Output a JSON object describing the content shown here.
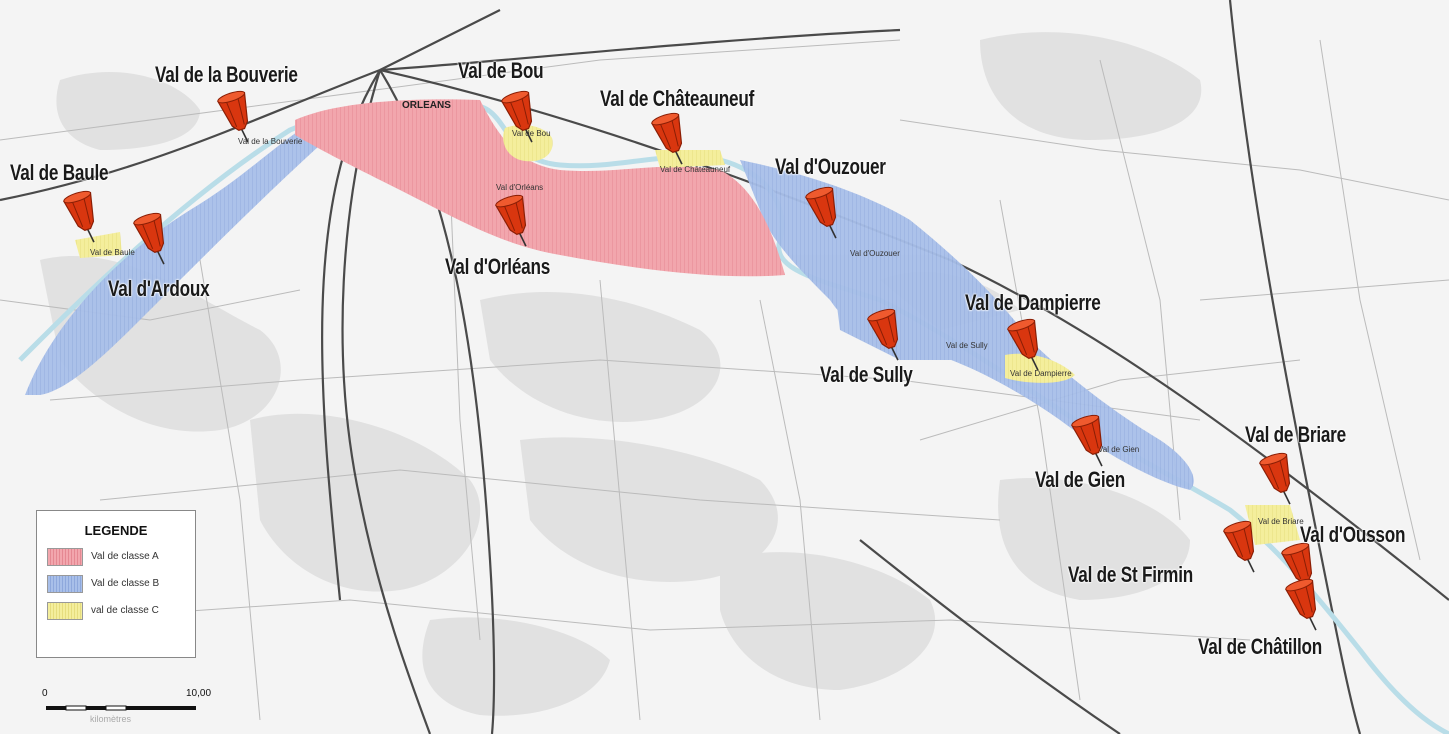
{
  "colors": {
    "class_a": "#f2a6ad",
    "class_b": "#a8bfe9",
    "class_c": "#f4ee9c",
    "pin": "#d9360f",
    "pin_dark": "#8a1e05",
    "river": "#bfe0ea",
    "road": "#555555",
    "forest": "#dedede"
  },
  "labels": {
    "bouverie": "Val de la Bouverie",
    "bou": "Val de Bou",
    "chateauneuf": "Val de Châteauneuf",
    "baule": "Val de Baule",
    "ouzouer": "Val d'Ouzouer",
    "orleans": "Val d'Orléans",
    "ardoux": "Val d'Ardoux",
    "dampierre": "Val de Dampierre",
    "sully": "Val de Sully",
    "briare": "Val de Briare",
    "gien": "Val de Gien",
    "ousson": "Val d'Ousson",
    "stfirmin": "Val de St Firmin",
    "chatillon": "Val de Châtillon"
  },
  "map_text": {
    "orleans_city": "ORLEANS",
    "val_bouverie": "Val de la Bouverie",
    "val_chateauneuf": "Val de Châteauneuf",
    "val_orleans": "Val d'Orléans",
    "val_baule": "Val de Baule",
    "val_ouzouer": "Val d'Ouzouer",
    "val_sully": "Val de Sully",
    "val_dampierre": "Val de Dampierre",
    "val_gien": "Val de Gien",
    "val_briare": "Val de Briare",
    "val_bou": "Val de Bou"
  },
  "legend": {
    "title": "LEGENDE",
    "items": [
      {
        "label": "Val de classe A"
      },
      {
        "label": "Val de classe B"
      },
      {
        "label": "val de classe C"
      }
    ]
  },
  "scale": {
    "start": "0",
    "end": "10,00",
    "unit": "kilomètres"
  }
}
